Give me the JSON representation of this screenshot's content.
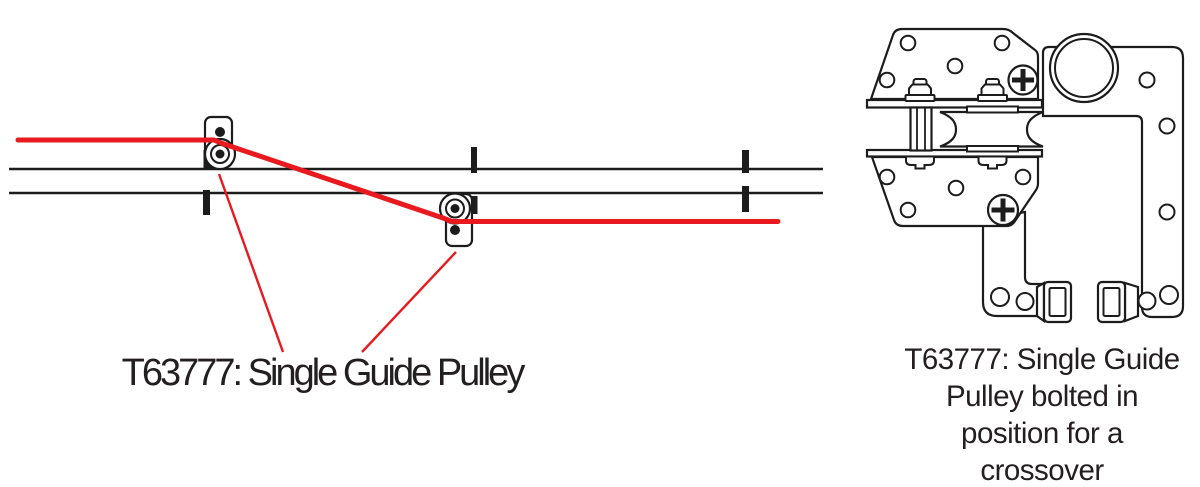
{
  "figure": {
    "left_diagram": {
      "label": "T63777: Single Guide Pulley"
    },
    "right_diagram": {
      "caption_lines": [
        "T63777: Single Guide",
        "Pulley bolted in",
        "position for a",
        "crossover"
      ]
    },
    "colors": {
      "cable_red": "#e81a1f",
      "drawing_black": "#1c1c1c",
      "text": "#231f20",
      "background": "#ffffff"
    }
  }
}
